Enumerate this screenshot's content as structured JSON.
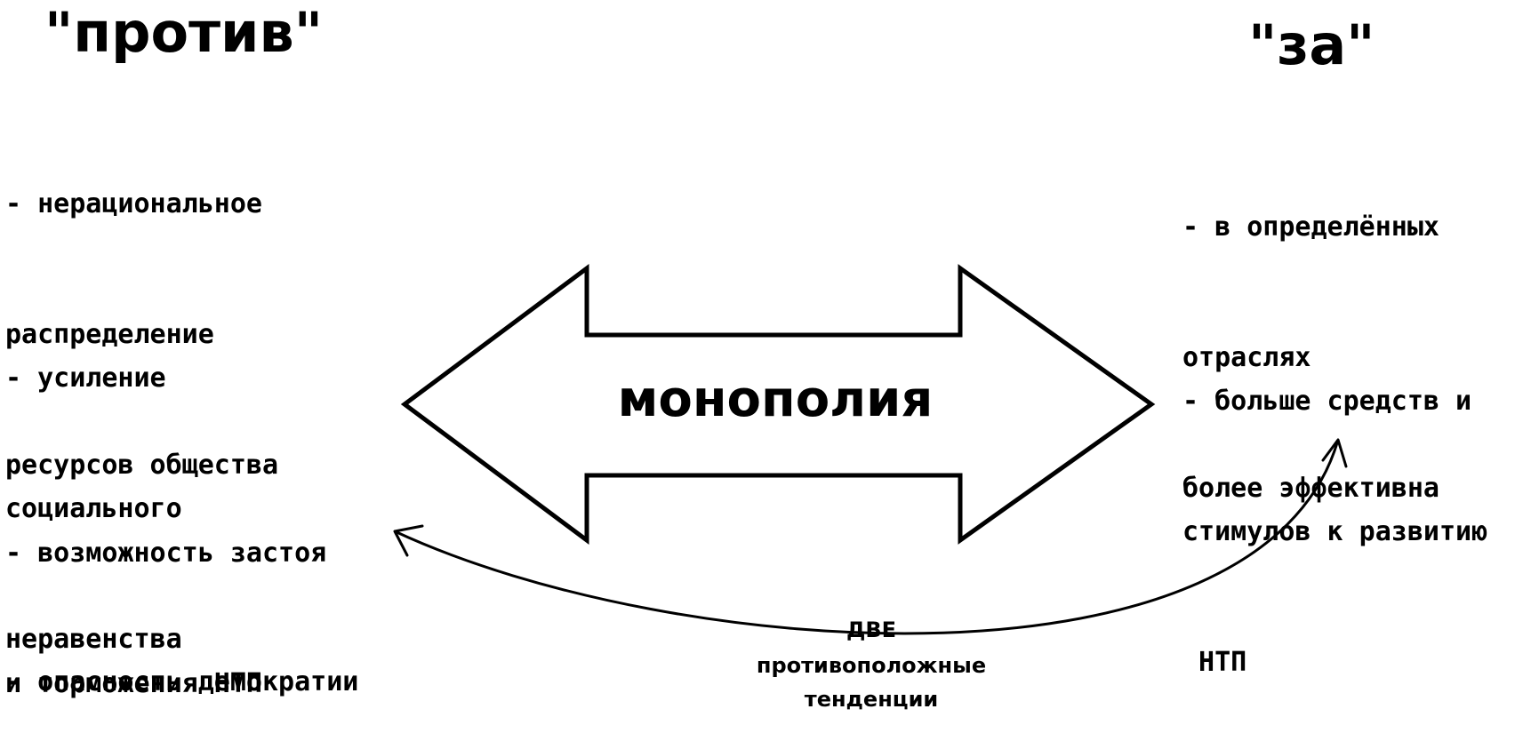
{
  "headings": {
    "against": "\"против\"",
    "for": "\"за\""
  },
  "against_points": [
    {
      "lines": [
        "- нерациональное",
        "распределение",
        "ресурсов общества"
      ]
    },
    {
      "lines": [
        "- усиление",
        "социального",
        "неравенства"
      ]
    },
    {
      "lines": [
        "- возможность застоя",
        "и торможения НТП"
      ]
    },
    {
      "lines": [
        "- опасность демократии"
      ]
    }
  ],
  "for_points": [
    {
      "lines": [
        "- в определённых",
        "отраслях",
        "более эффективна"
      ]
    },
    {
      "lines": [
        "- больше средств и",
        "стимулов к развитию",
        " НТП"
      ]
    }
  ],
  "center_label": "монополия",
  "tendency_note": [
    "ДВЕ",
    "противоположные",
    "тенденции"
  ],
  "colors": {
    "ink": "#000000",
    "background": "#ffffff"
  }
}
